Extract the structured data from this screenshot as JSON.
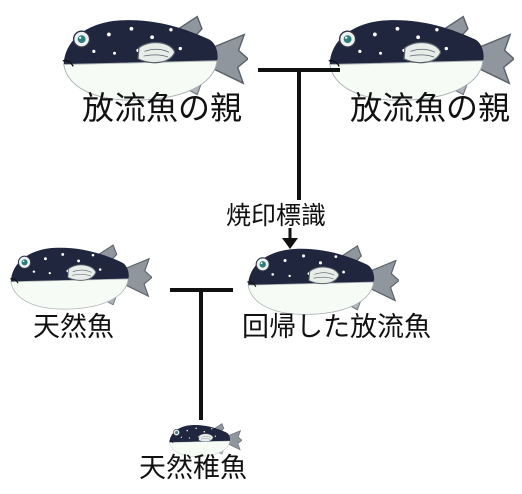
{
  "labels": {
    "parent_left": "放流魚の親",
    "parent_right": "放流魚の親",
    "brand_tag": "焼印標識",
    "wild_fish": "天然魚",
    "returned_fish": "回帰した放流魚",
    "wild_juvenile": "天然稚魚"
  },
  "fish_icon": "pufferfish-icon",
  "colors": {
    "fish_back": "#20263d",
    "fish_belly": "#f7fbf5",
    "fish_fin": "#8f969e",
    "line": "#111111",
    "text": "#111111"
  }
}
